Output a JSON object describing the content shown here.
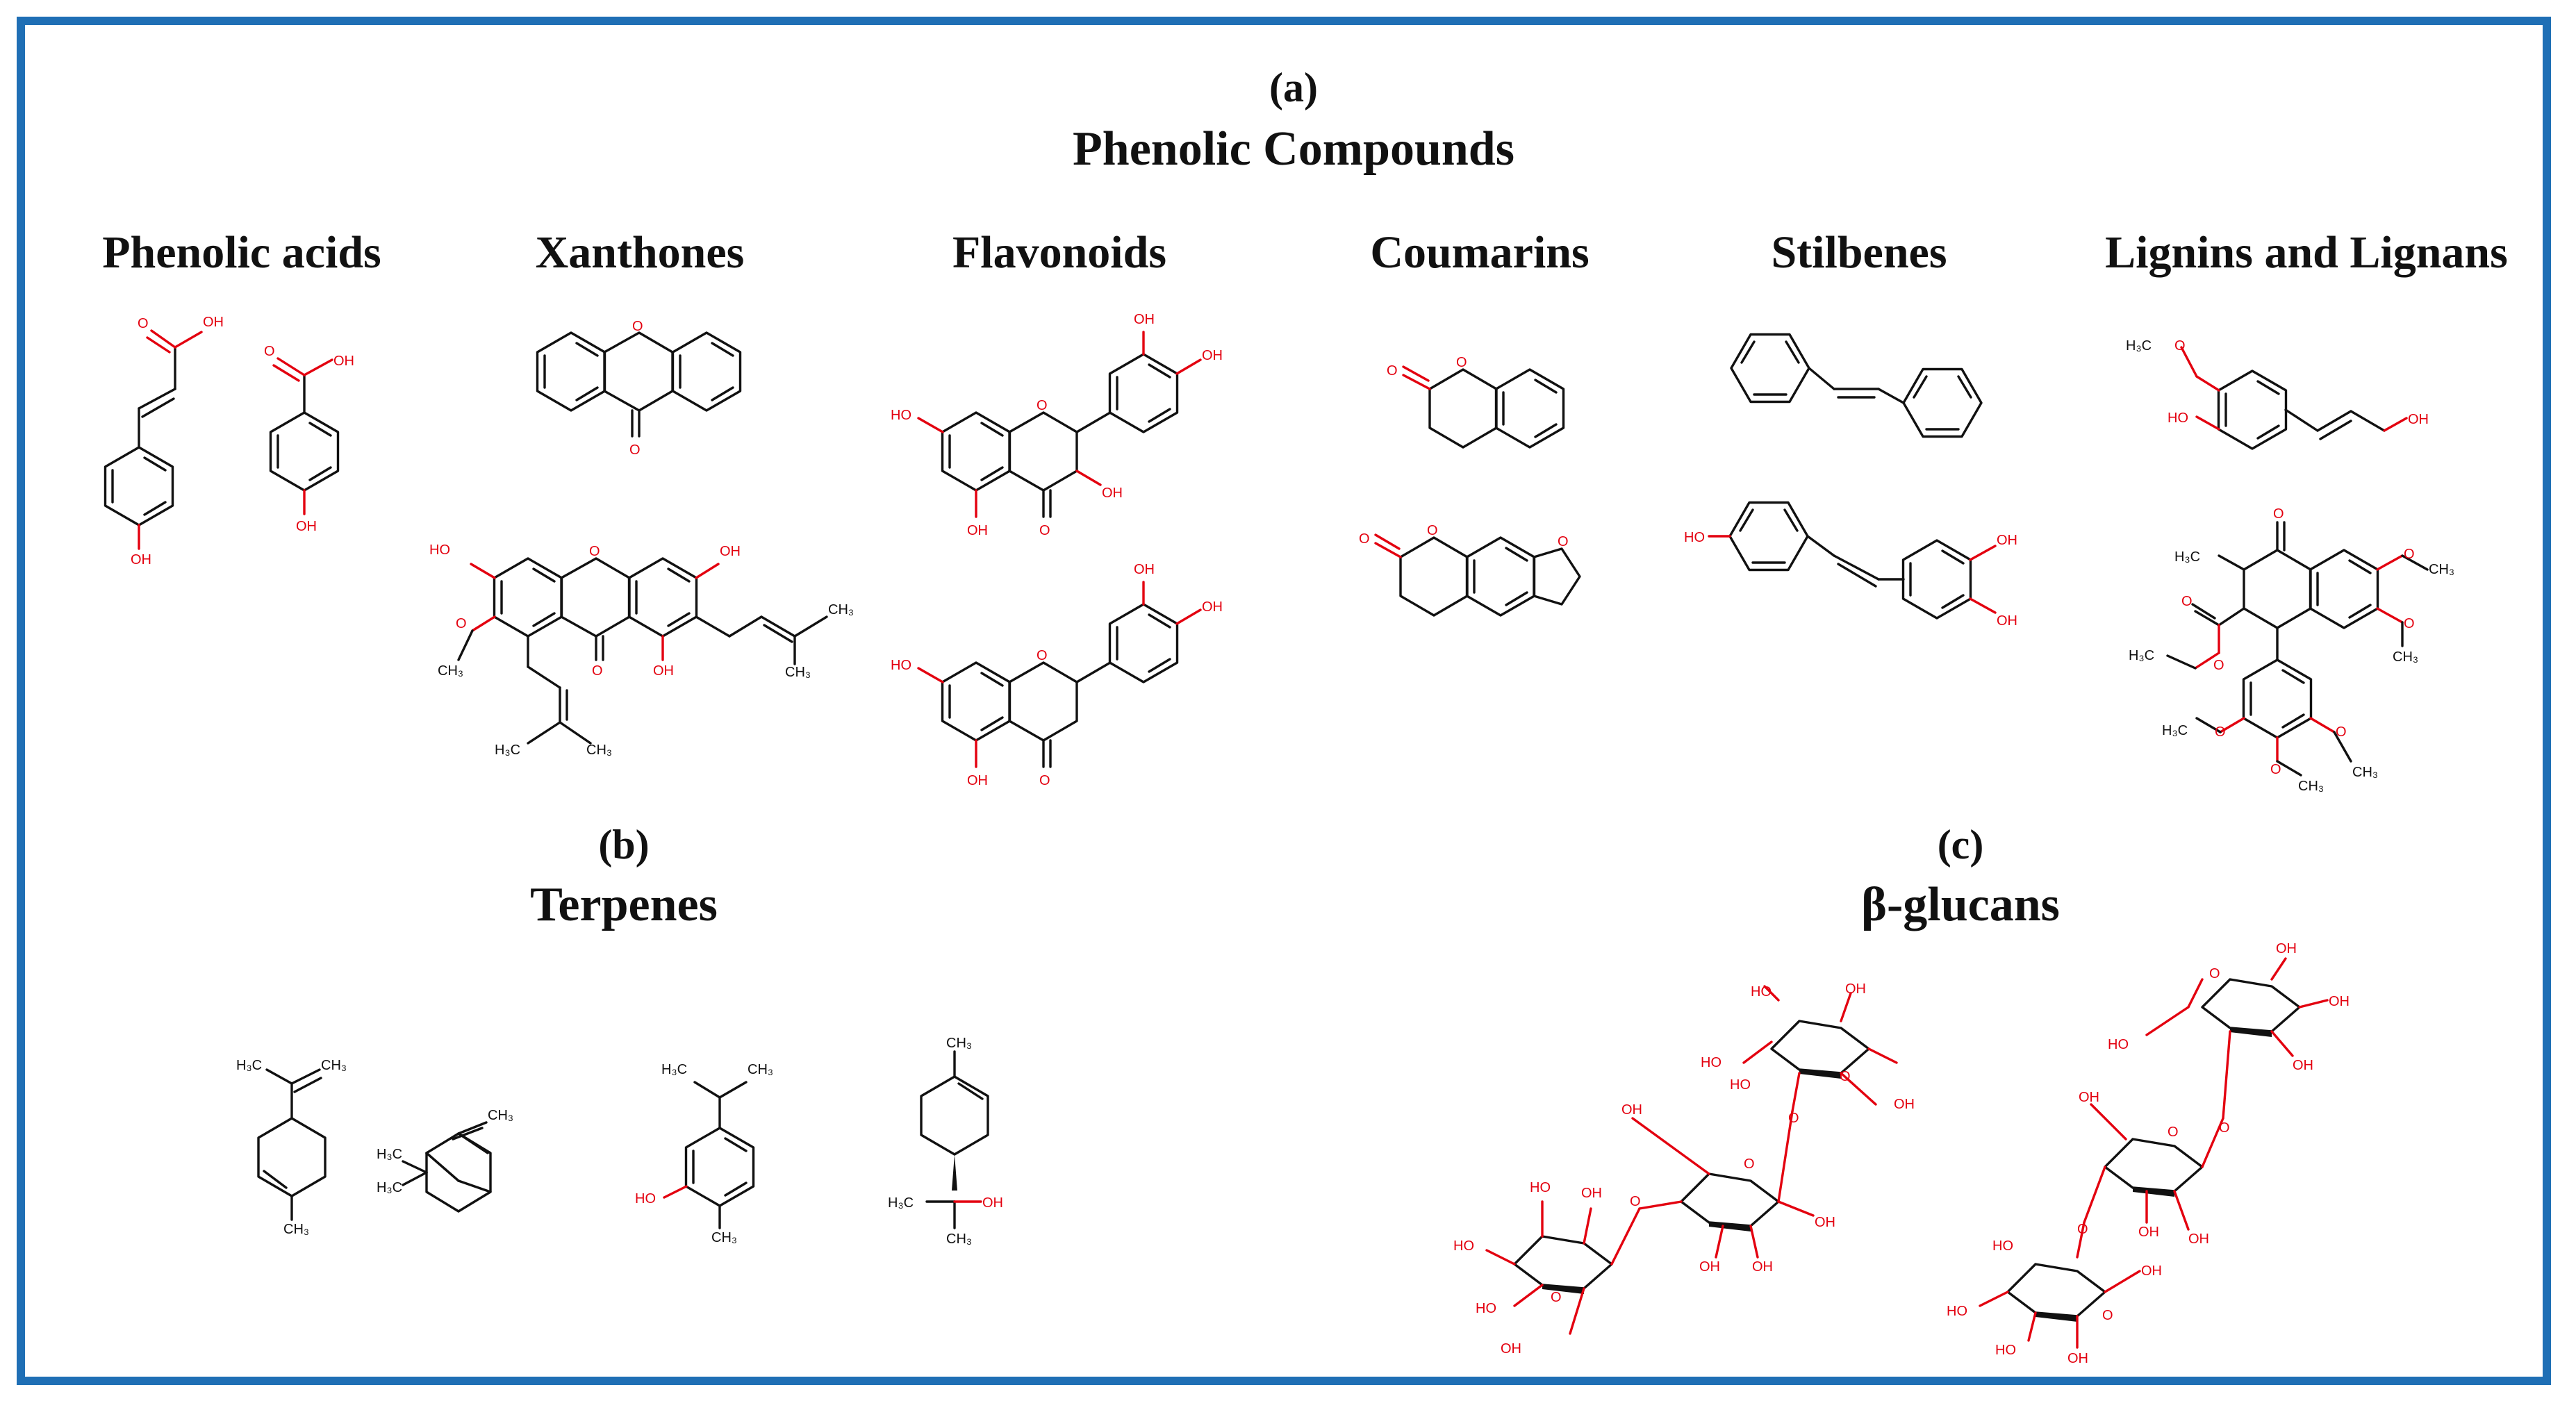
{
  "panels": {
    "a": {
      "letter": "(a)",
      "title": "Phenolic Compounds"
    },
    "b": {
      "letter": "(b)",
      "title": "Terpenes"
    },
    "c": {
      "letter": "(c)",
      "title": "β-glucans"
    }
  },
  "classes": {
    "phenolic_acids": "Phenolic acids",
    "xanthones": "Xanthones",
    "flavonoids": "Flavonoids",
    "coumarins": "Coumarins",
    "stilbenes": "Stilbenes",
    "lignins": "Lignins and Lignans"
  },
  "atoms": {
    "oh": "OH",
    "ho": "HO",
    "o": "O",
    "ch3": "CH₃",
    "h3c": "H₃C"
  },
  "colors": {
    "frame": "#1f6fb5",
    "heteroatom": "#e3000f",
    "bond": "#111111"
  }
}
